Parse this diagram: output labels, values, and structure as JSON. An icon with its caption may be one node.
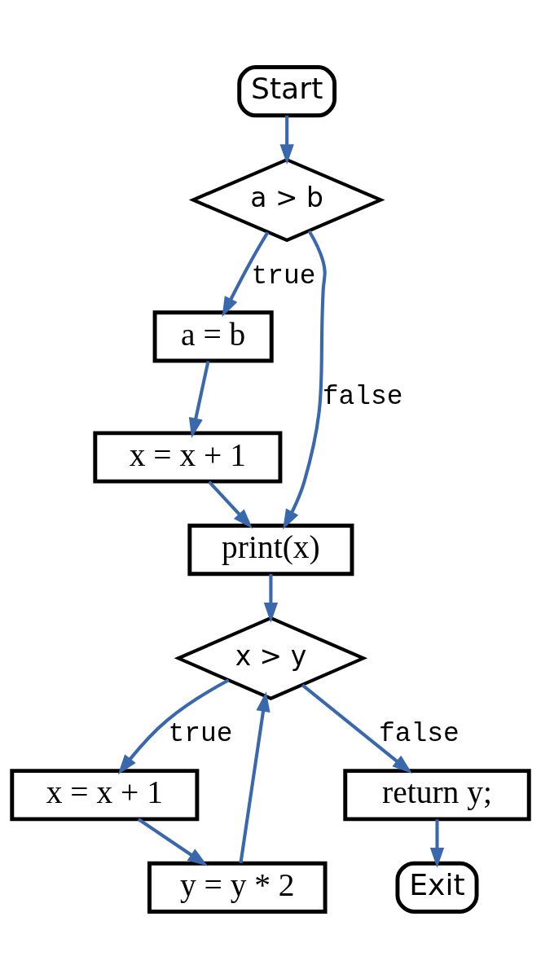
{
  "diagram": {
    "nodes": [
      {
        "text": [
          "Start"
        ]
      },
      {
        "text": [
          "a > b"
        ]
      },
      {
        "text": [
          "a = b"
        ]
      },
      {
        "text": [
          "x = x + 1"
        ]
      },
      {
        "text": [
          "print(x)"
        ]
      },
      {
        "text": [
          "x > y"
        ]
      },
      {
        "text": [
          "x = x + 1"
        ]
      },
      {
        "text": [
          "y = y * 2"
        ]
      },
      {
        "text": [
          "return y;"
        ]
      },
      {
        "text": [
          "Exit"
        ]
      }
    ],
    "edges": [
      {
        "from": 0,
        "to": 1,
        "arrow": "to"
      },
      {
        "from": 1,
        "to": 2,
        "arrow": "to",
        "label": "true"
      },
      {
        "from": 2,
        "to": 3,
        "arrow": "to"
      },
      {
        "from": 3,
        "to": 4,
        "arrow": "to"
      },
      {
        "from": 1,
        "to": 4,
        "arrow": "to",
        "label": "false"
      },
      {
        "from": 4,
        "to": 5,
        "arrow": "to"
      },
      {
        "from": 5,
        "to": 6,
        "arrow": "to",
        "label": "true"
      },
      {
        "from": 6,
        "to": 7,
        "arrow": "to"
      },
      {
        "from": 7,
        "to": 5,
        "arrow": "to"
      },
      {
        "from": 5,
        "to": 8,
        "arrow": "to",
        "label": "false"
      },
      {
        "from": 8,
        "to": 9,
        "arrow": "to"
      }
    ]
  }
}
